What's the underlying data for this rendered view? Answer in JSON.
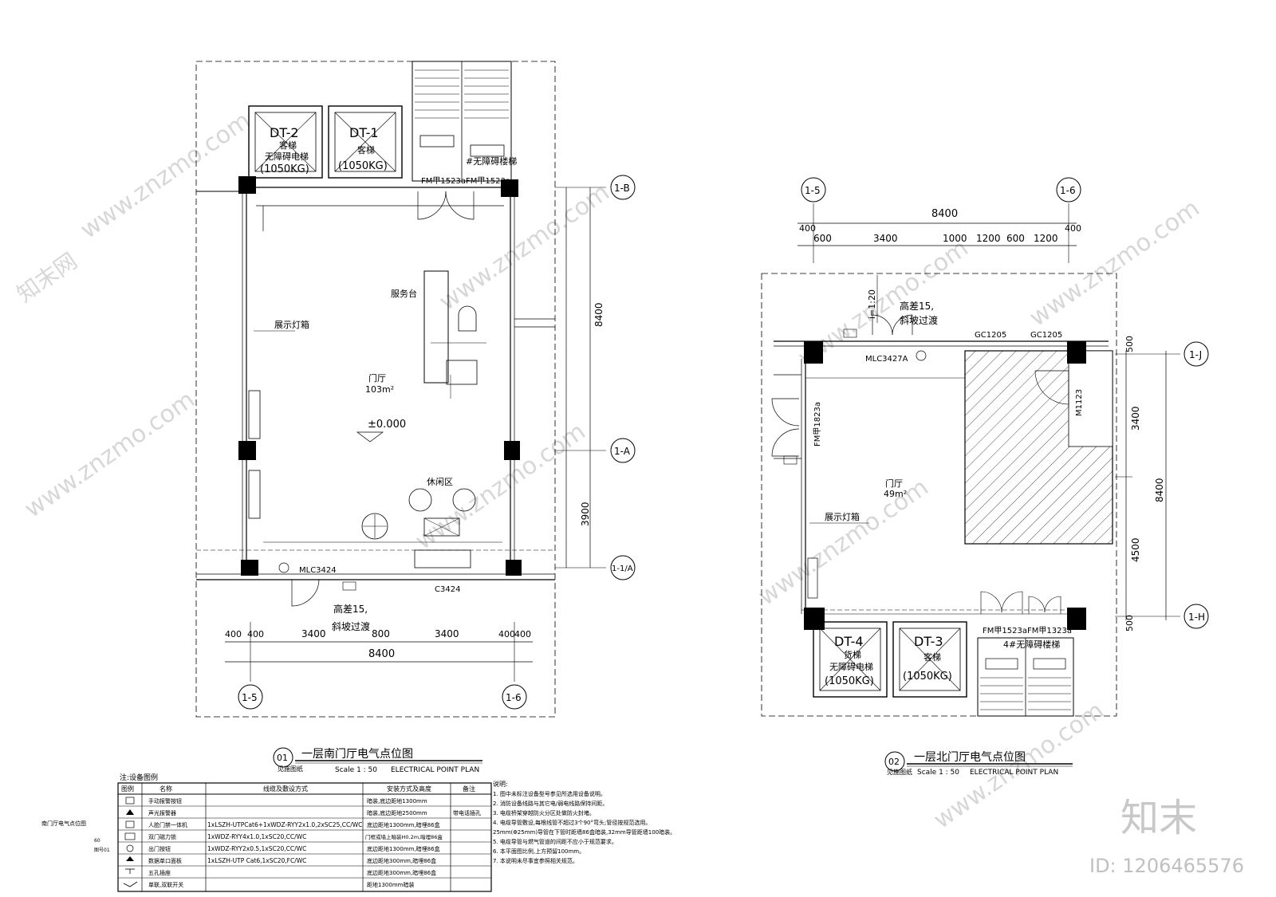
{
  "plan_south": {
    "title": "一层南门厅电气点位图",
    "number": "01",
    "subtitle": "ELECTRICAL POINT PLAN",
    "scale": "Scale 1 : 50",
    "stamp": "见施图纸",
    "elevators": [
      {
        "id": "DT-2",
        "type": "客梯",
        "desc": "无障碍电梯",
        "load": "(1050KG)"
      },
      {
        "id": "DT-1",
        "type": "客梯",
        "desc": "",
        "load": "(1050KG)"
      }
    ],
    "stair_label": "#无障碍楼梯",
    "doors": [
      "FM甲1523a",
      "FM甲1523a"
    ],
    "room_name": "门厅",
    "room_area": "103m²",
    "elevation": "±0.000",
    "service_desk": "服务台",
    "lightbox": "展示灯箱",
    "lounge": "休闲区",
    "entrance_door": "MLC3424",
    "window": "C3424",
    "height_note": "高差15,",
    "slope_note": "斜坡过渡",
    "axis_labels": [
      "1-B",
      "1-A",
      "1-1/A",
      "1-5",
      "1-6"
    ],
    "dims_bottom": [
      "400",
      "400",
      "3400",
      "800",
      "3400",
      "400",
      "400"
    ],
    "dim_total": "8400",
    "dims_right": [
      "8400",
      "3900"
    ]
  },
  "plan_north": {
    "title": "一层北门厅电气点位图",
    "number": "02",
    "subtitle": "ELECTRICAL POINT PLAN",
    "scale": "Scale 1 : 50",
    "stamp": "见施图纸",
    "dims_top": [
      "400",
      "600",
      "3400",
      "1000",
      "1200",
      "600",
      "1200",
      "400"
    ],
    "dim_total": "8400",
    "axis_labels": [
      "1-5",
      "1-6",
      "1-J",
      "1-H"
    ],
    "dims_right": [
      "500",
      "3400",
      "4500",
      "500",
      "8400"
    ],
    "slope": "i=1:20",
    "height_note": "高差15,",
    "slope_note": "斜坡过渡",
    "entrance_door": "MLC3427A",
    "windows": [
      "GC1205",
      "GC1205"
    ],
    "door_m": "M1123",
    "door_fm_left": "FM甲1823a",
    "room_name": "门厅",
    "room_area": "49m²",
    "lightbox": "展示灯箱",
    "doors_bottom": [
      "FM甲1523a",
      "FM甲1323a"
    ],
    "elevators": [
      {
        "id": "DT-4",
        "type": "货梯",
        "desc": "无障碍电梯",
        "load": "(1050KG)"
      },
      {
        "id": "DT-3",
        "type": "客梯",
        "desc": "",
        "load": "(1050KG)"
      }
    ],
    "stair_label": "4#无障碍楼梯"
  },
  "legend": {
    "title": "注:设备图例",
    "headers": [
      "图例",
      "名称",
      "线缆及敷设方式",
      "安装方式及高度",
      "备注"
    ],
    "rows": [
      {
        "name": "手动报警按钮",
        "cable": "",
        "install": "暗装,底边距地1300mm",
        "note": ""
      },
      {
        "name": "声光报警器",
        "cable": "",
        "install": "暗装,底边距地2500mm",
        "note": "带电话插孔"
      },
      {
        "name": "人脸门禁一体机",
        "cable": "1xLSZH-UTPCat6+1xWDZ-RYY2x1.0,2xSC25,CC/WC",
        "install": "底边距地1300mm,暗埋86盒",
        "note": ""
      },
      {
        "name": "双门磁力锁",
        "cable": "1xWDZ-RYY4x1.0,1xSC20,CC/WC",
        "install": "门框或墙上暗装H0.2m,暗埋86盒",
        "note": ""
      },
      {
        "name": "出门按钮",
        "cable": "1xWDZ-RYY2x0.5,1xSC20,CC/WC",
        "install": "底边距地1300mm,暗埋86盒",
        "note": ""
      },
      {
        "name": "数据单口面板",
        "cable": "1xLSZH-UTP Cat6,1xSC20,FC/WC",
        "install": "底边距地300mm,暗埋86盒",
        "note": ""
      },
      {
        "name": "五孔插座",
        "cable": "",
        "install": "底边距地300mm,暗埋86盒",
        "note": ""
      },
      {
        "name": "单联,双联开关",
        "cable": "",
        "install": "距地1300mm暗装",
        "note": ""
      }
    ]
  },
  "notes": {
    "title": "说明:",
    "items": [
      "1. 图中未标注设备型号参见所选用设备说明。",
      "2. 消防设备线路与其它电/弱电线路保持间距。",
      "3. 电缆桥架穿越防火分区处做防火封堵。",
      "4. 电缆导管敷设,每根线管不超过3个90°弯头;管径按规范选用。",
      "25mm(Φ25mm)导管在下管时距墙86盒暗装,32mm导管距墙100暗装。",
      "5. 电缆导管与燃气管道的间距不应小于规范要求。",
      "6. 本平面图比例,上方预留100mm。",
      "7. 本说明未尽事宜参照相关规范。"
    ]
  },
  "side_caption": {
    "title": "南门厅电气点位图",
    "scale": "60",
    "ref": "图号01"
  },
  "watermark": {
    "brand": "知末",
    "id_text": "ID: 1206465576",
    "site": "www.znzmo.com",
    "network": "知末网"
  }
}
